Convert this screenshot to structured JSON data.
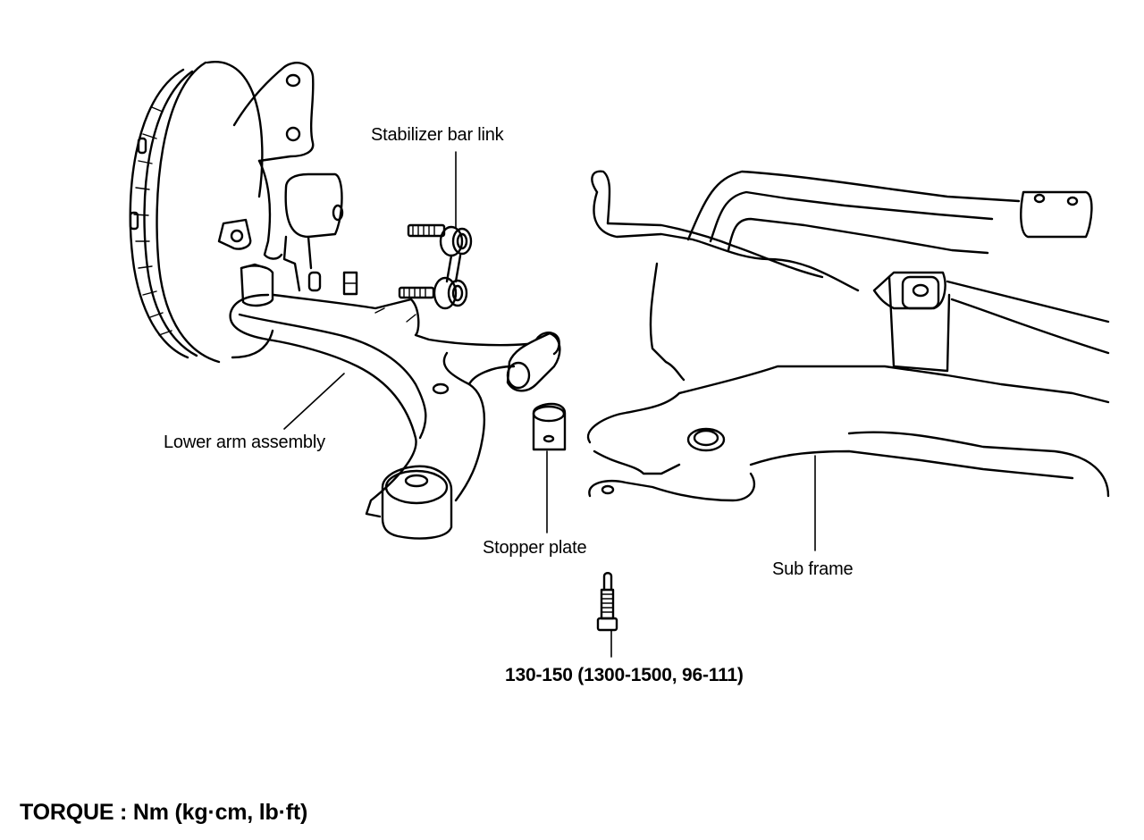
{
  "diagram": {
    "type": "exploded-parts-illustration",
    "subject": "Front suspension lower arm assembly",
    "labels": {
      "stabilizer_bar_link": "Stabilizer bar link",
      "lower_arm_assembly": "Lower arm assembly",
      "stopper_plate": "Stopper plate",
      "sub_frame": "Sub frame",
      "bolt_torque": "130-150 (1300-1500, 96-111)"
    },
    "torque_legend": "TORQUE : Nm (kg·cm, lb·ft)",
    "components": [
      "brake-disc-hub",
      "steering-knuckle",
      "stabilizer-bar-link",
      "nut",
      "lower-arm",
      "front-bushing",
      "rear-bushing",
      "stopper-plate",
      "mounting-bolt",
      "sub-frame",
      "stabilizer-bar",
      "stabilizer-bracket"
    ]
  }
}
